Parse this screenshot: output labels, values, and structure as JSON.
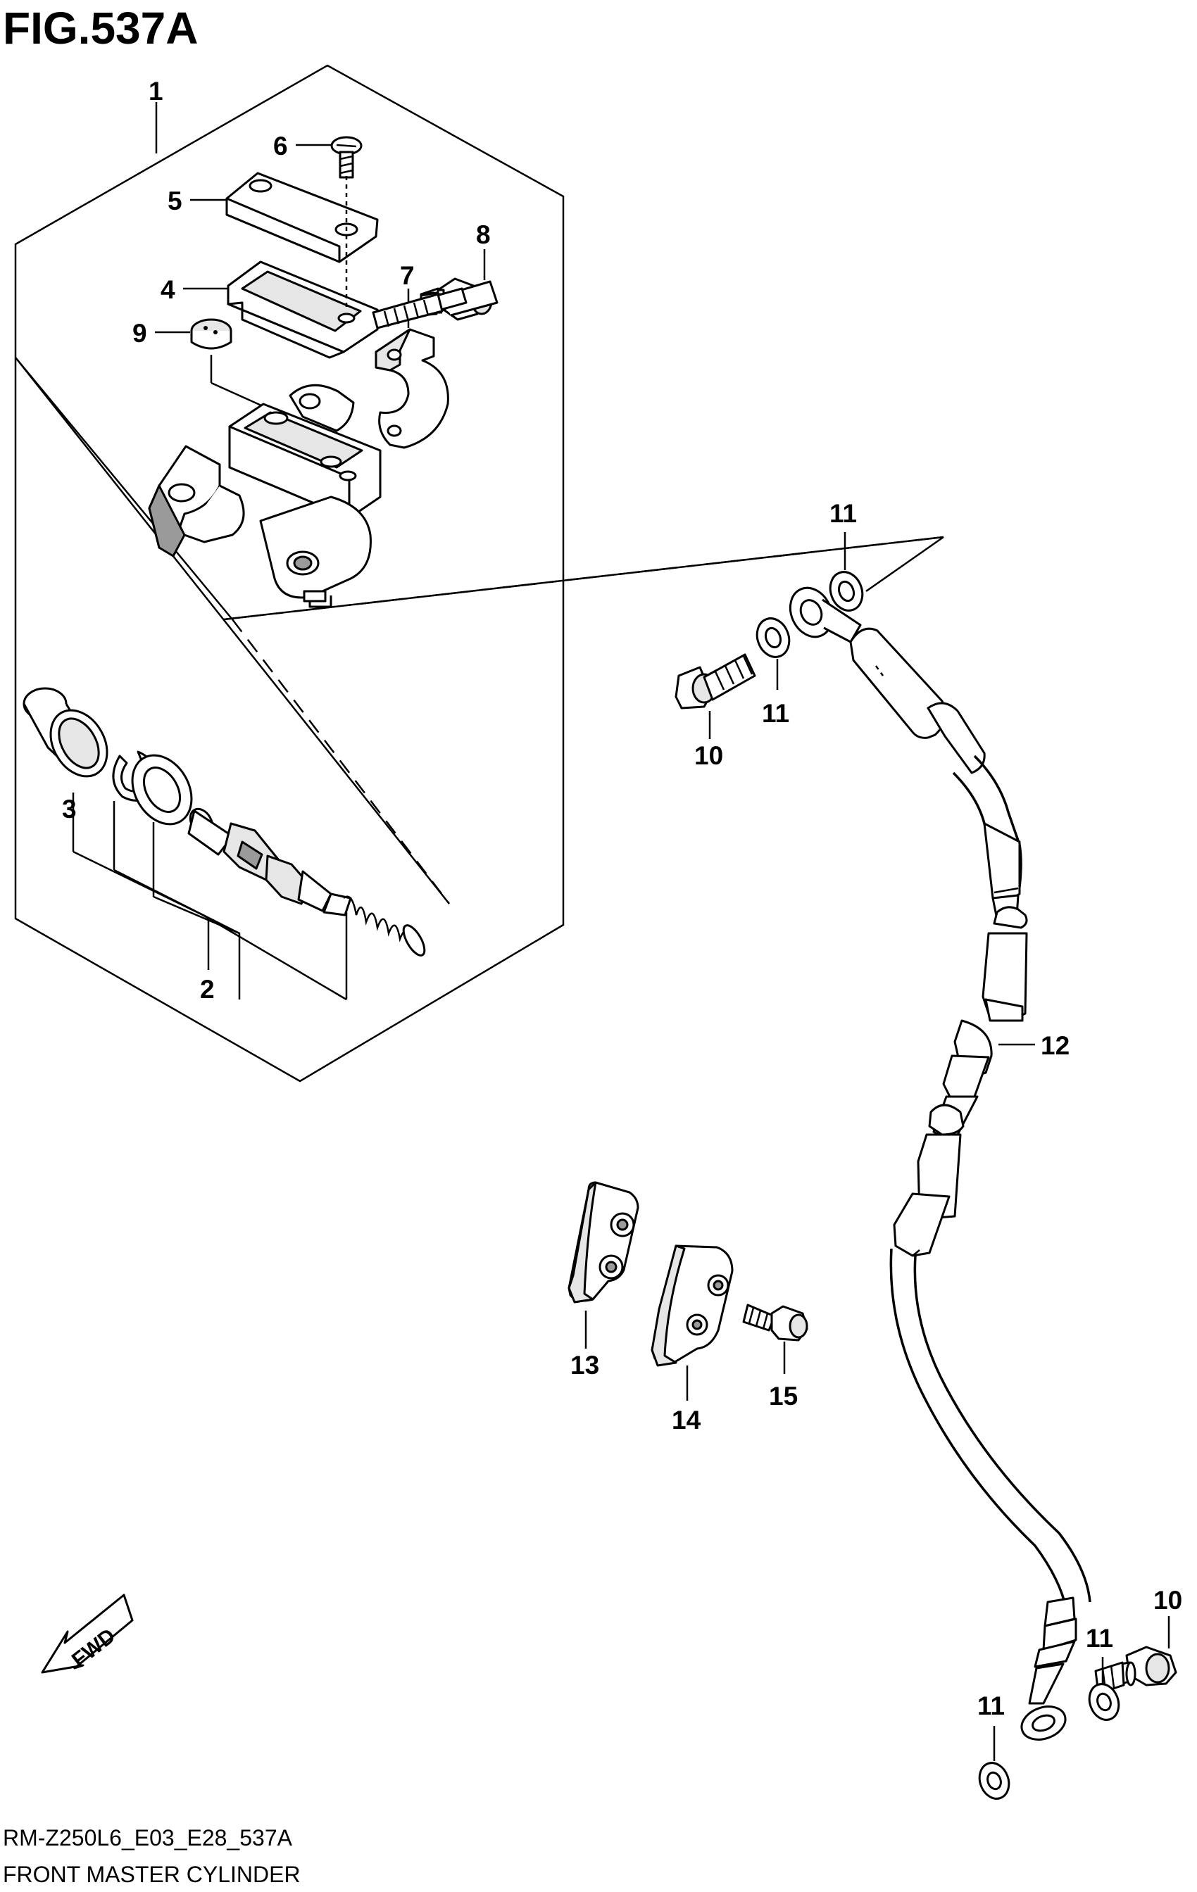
{
  "figure": {
    "title": "FIG.537A",
    "code": "RM-Z250L6_E03_E28_537A",
    "caption": "FRONT MASTER CYLINDER",
    "direction_label": "FWD"
  },
  "callouts": {
    "c1": "1",
    "c2": "2",
    "c3": "3",
    "c4": "4",
    "c5": "5",
    "c6": "6",
    "c7": "7",
    "c8": "8",
    "c9": "9",
    "c10_top": "10",
    "c10_bottom": "10",
    "c11_top": "11",
    "c11_mid": "11",
    "c11_lower_right": "11",
    "c11_lower_left": "11",
    "c12": "12",
    "c13": "13",
    "c14": "14",
    "c15": "15"
  },
  "colors": {
    "ink": "#000000",
    "paper": "#ffffff",
    "shade_light": "#e6e6e6",
    "shade_dark": "#9a9a9a"
  }
}
